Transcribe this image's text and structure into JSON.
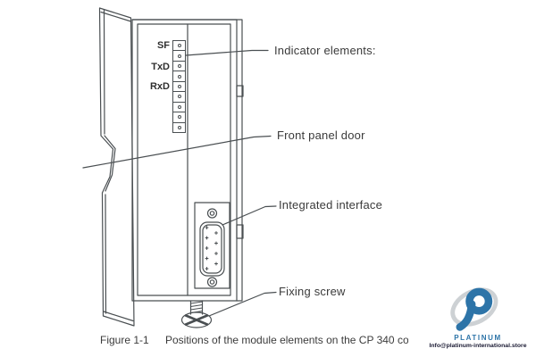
{
  "diagram": {
    "led_labels": [
      "SF",
      "TxD",
      "RxD"
    ],
    "led_count": 9,
    "callouts": [
      {
        "id": "indicator-elements",
        "label": "Indicator elements:"
      },
      {
        "id": "front-panel-door",
        "label": "Front panel door"
      },
      {
        "id": "integrated-interface",
        "label": "Integrated interface"
      },
      {
        "id": "fixing-screw",
        "label": "Fixing screw"
      }
    ]
  },
  "caption": {
    "figure": "Figure 1-1",
    "text": "Positions of the module elements on the CP 340 co"
  },
  "watermark": {
    "brand": "PLATINUM",
    "email": "Info@platinum-international.store",
    "brand_color": "#2d74a8",
    "swirl_color": "#cdd1d4"
  }
}
